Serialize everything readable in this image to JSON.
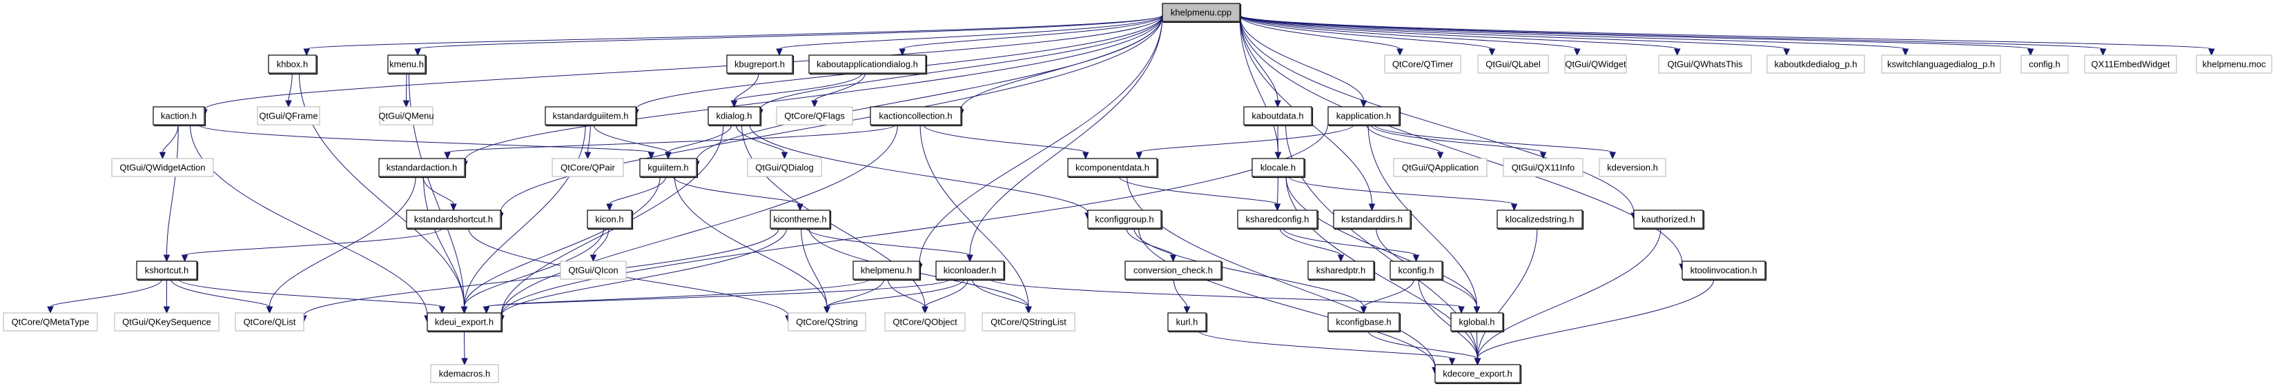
{
  "title": "khelpmenu.cpp include dependency graph",
  "colors": {
    "edge": "#191970",
    "root_fill": "#bfbfbf",
    "local_border": "#000000",
    "external_border": "#bfbfbf"
  },
  "nodes": [
    {
      "id": "khelpmenu_cpp",
      "label": "khelpmenu.cpp",
      "kind": "root"
    },
    {
      "id": "kaction_h",
      "label": "kaction.h",
      "kind": "local"
    },
    {
      "id": "khbox_h",
      "label": "khbox.h",
      "kind": "local"
    },
    {
      "id": "kmenu_h",
      "label": "kmenu.h",
      "kind": "local"
    },
    {
      "id": "kstandardaction_h",
      "label": "kstandardaction.h",
      "kind": "local"
    },
    {
      "id": "kstandardguiitem_h",
      "label": "kstandardguiitem.h",
      "kind": "local"
    },
    {
      "id": "kbugreport_h",
      "label": "kbugreport.h",
      "kind": "local"
    },
    {
      "id": "kaboutapplicationdialog_h",
      "label": "kaboutapplicationdialog.h",
      "kind": "local"
    },
    {
      "id": "kdialog_h",
      "label": "kdialog.h",
      "kind": "local"
    },
    {
      "id": "kactioncollection_h",
      "label": "kactioncollection.h",
      "kind": "local"
    },
    {
      "id": "kguiitem_h",
      "label": "kguiitem.h",
      "kind": "local"
    },
    {
      "id": "kstandardshortcut_h",
      "label": "kstandardshortcut.h",
      "kind": "local"
    },
    {
      "id": "kshortcut_h",
      "label": "kshortcut.h",
      "kind": "local"
    },
    {
      "id": "kicon_h",
      "label": "kicon.h",
      "kind": "local"
    },
    {
      "id": "kicontheme_h",
      "label": "kicontheme.h",
      "kind": "local"
    },
    {
      "id": "khelpmenu_h",
      "label": "khelpmenu.h",
      "kind": "local"
    },
    {
      "id": "kiconloader_h",
      "label": "kiconloader.h",
      "kind": "local"
    },
    {
      "id": "kdeui_export_h",
      "label": "kdeui_export.h",
      "kind": "local"
    },
    {
      "id": "kdemacros_h",
      "label": "kdemacros.h",
      "kind": "external"
    },
    {
      "id": "kaboutdata_h",
      "label": "kaboutdata.h",
      "kind": "local"
    },
    {
      "id": "kapplication_h",
      "label": "kapplication.h",
      "kind": "local"
    },
    {
      "id": "kcomponentdata_h",
      "label": "kcomponentdata.h",
      "kind": "local"
    },
    {
      "id": "klocale_h",
      "label": "klocale.h",
      "kind": "local"
    },
    {
      "id": "kconfiggroup_h",
      "label": "kconfiggroup.h",
      "kind": "local"
    },
    {
      "id": "ksharedconfig_h",
      "label": "ksharedconfig.h",
      "kind": "local"
    },
    {
      "id": "kstandarddirs_h",
      "label": "kstandarddirs.h",
      "kind": "local"
    },
    {
      "id": "klocalizedstring_h",
      "label": "klocalizedstring.h",
      "kind": "local"
    },
    {
      "id": "kauthorized_h",
      "label": "kauthorized.h",
      "kind": "local"
    },
    {
      "id": "ktoolinvocation_h",
      "label": "ktoolinvocation.h",
      "kind": "local"
    },
    {
      "id": "conversion_check_h",
      "label": "conversion_check.h",
      "kind": "local"
    },
    {
      "id": "ksharedptr_h",
      "label": "ksharedptr.h",
      "kind": "local"
    },
    {
      "id": "kconfig_h",
      "label": "kconfig.h",
      "kind": "local"
    },
    {
      "id": "kurl_h",
      "label": "kurl.h",
      "kind": "local"
    },
    {
      "id": "kconfigbase_h",
      "label": "kconfigbase.h",
      "kind": "local"
    },
    {
      "id": "kglobal_h",
      "label": "kglobal.h",
      "kind": "local"
    },
    {
      "id": "kdecore_export_h",
      "label": "kdecore_export.h",
      "kind": "local"
    },
    {
      "id": "QFrame",
      "label": "QtGui/QFrame",
      "kind": "external"
    },
    {
      "id": "QMenu",
      "label": "QtGui/QMenu",
      "kind": "external"
    },
    {
      "id": "QWidgetAction",
      "label": "QtGui/QWidgetAction",
      "kind": "external"
    },
    {
      "id": "QPair",
      "label": "QtCore/QPair",
      "kind": "external"
    },
    {
      "id": "QFlags",
      "label": "QtCore/QFlags",
      "kind": "external"
    },
    {
      "id": "QDialog",
      "label": "QtGui/QDialog",
      "kind": "external"
    },
    {
      "id": "QIcon",
      "label": "QtGui/QIcon",
      "kind": "external"
    },
    {
      "id": "QMetaType",
      "label": "QtCore/QMetaType",
      "kind": "external"
    },
    {
      "id": "QKeySequence",
      "label": "QtGui/QKeySequence",
      "kind": "external"
    },
    {
      "id": "QList",
      "label": "QtCore/QList",
      "kind": "external"
    },
    {
      "id": "QString",
      "label": "QtCore/QString",
      "kind": "external"
    },
    {
      "id": "QObject",
      "label": "QtCore/QObject",
      "kind": "external"
    },
    {
      "id": "QStringList",
      "label": "QtCore/QStringList",
      "kind": "external"
    },
    {
      "id": "QTimer",
      "label": "QtCore/QTimer",
      "kind": "external"
    },
    {
      "id": "QLabel",
      "label": "QtGui/QLabel",
      "kind": "external"
    },
    {
      "id": "QWidget",
      "label": "QtGui/QWidget",
      "kind": "external"
    },
    {
      "id": "QWhatsThis",
      "label": "QtGui/QWhatsThis",
      "kind": "external"
    },
    {
      "id": "kaboutkdedialog_p_h",
      "label": "kaboutkdedialog_p.h",
      "kind": "external"
    },
    {
      "id": "kswitchlanguagedialog_p_h",
      "label": "kswitchlanguagedialog_p.h",
      "kind": "external"
    },
    {
      "id": "config_h",
      "label": "config.h",
      "kind": "external"
    },
    {
      "id": "QX11EmbedWidget",
      "label": "QX11EmbedWidget",
      "kind": "external"
    },
    {
      "id": "khelpmenu_moc",
      "label": "khelpmenu.moc",
      "kind": "external"
    },
    {
      "id": "QApplication",
      "label": "QtGui/QApplication",
      "kind": "external"
    },
    {
      "id": "QX11Info",
      "label": "QtGui/QX11Info",
      "kind": "external"
    },
    {
      "id": "kdeversion_h",
      "label": "kdeversion.h",
      "kind": "external"
    }
  ],
  "edges": [
    [
      "khelpmenu_cpp",
      "kaction_h"
    ],
    [
      "khelpmenu_cpp",
      "khbox_h"
    ],
    [
      "khelpmenu_cpp",
      "kmenu_h"
    ],
    [
      "khelpmenu_cpp",
      "kstandardaction_h"
    ],
    [
      "khelpmenu_cpp",
      "kstandardguiitem_h"
    ],
    [
      "khelpmenu_cpp",
      "kguiitem_h"
    ],
    [
      "khelpmenu_cpp",
      "kdialog_h"
    ],
    [
      "khelpmenu_cpp",
      "kbugreport_h"
    ],
    [
      "khelpmenu_cpp",
      "kaboutapplicationdialog_h"
    ],
    [
      "khelpmenu_cpp",
      "kactioncollection_h"
    ],
    [
      "khelpmenu_cpp",
      "khelpmenu_h"
    ],
    [
      "khelpmenu_cpp",
      "kiconloader_h"
    ],
    [
      "khelpmenu_cpp",
      "kaboutdata_h"
    ],
    [
      "khelpmenu_cpp",
      "kapplication_h"
    ],
    [
      "khelpmenu_cpp",
      "klocale_h"
    ],
    [
      "khelpmenu_cpp",
      "kstandarddirs_h"
    ],
    [
      "khelpmenu_cpp",
      "kauthorized_h"
    ],
    [
      "khelpmenu_cpp",
      "ktoolinvocation_h"
    ],
    [
      "khelpmenu_cpp",
      "kstandardshortcut_h"
    ],
    [
      "khelpmenu_cpp",
      "QTimer"
    ],
    [
      "khelpmenu_cpp",
      "QLabel"
    ],
    [
      "khelpmenu_cpp",
      "QWidget"
    ],
    [
      "khelpmenu_cpp",
      "QWhatsThis"
    ],
    [
      "khelpmenu_cpp",
      "kaboutkdedialog_p_h"
    ],
    [
      "khelpmenu_cpp",
      "kswitchlanguagedialog_p_h"
    ],
    [
      "khelpmenu_cpp",
      "config_h"
    ],
    [
      "khelpmenu_cpp",
      "QX11EmbedWidget"
    ],
    [
      "khelpmenu_cpp",
      "khelpmenu_moc"
    ],
    [
      "khbox_h",
      "QFrame"
    ],
    [
      "khbox_h",
      "kdeui_export_h"
    ],
    [
      "kmenu_h",
      "QMenu"
    ],
    [
      "kmenu_h",
      "kdeui_export_h"
    ],
    [
      "kaction_h",
      "QWidgetAction"
    ],
    [
      "kaction_h",
      "kguiitem_h"
    ],
    [
      "kaction_h",
      "kshortcut_h"
    ],
    [
      "kaction_h",
      "kdeui_export_h"
    ],
    [
      "kstandardguiitem_h",
      "QPair"
    ],
    [
      "kstandardguiitem_h",
      "kguiitem_h"
    ],
    [
      "kstandardguiitem_h",
      "kdeui_export_h"
    ],
    [
      "kbugreport_h",
      "kdialog_h"
    ],
    [
      "kaboutapplicationdialog_h",
      "kdialog_h"
    ],
    [
      "kaboutapplicationdialog_h",
      "QFlags"
    ],
    [
      "kdialog_h",
      "kguiitem_h"
    ],
    [
      "kdialog_h",
      "QDialog"
    ],
    [
      "kdialog_h",
      "kdeui_export_h"
    ],
    [
      "kdialog_h",
      "kconfiggroup_h"
    ],
    [
      "kactioncollection_h",
      "kstandardaction_h"
    ],
    [
      "kactioncollection_h",
      "kcomponentdata_h"
    ],
    [
      "kactioncollection_h",
      "kdeui_export_h"
    ],
    [
      "kactioncollection_h",
      "QStringList"
    ],
    [
      "kstandardaction_h",
      "kstandardshortcut_h"
    ],
    [
      "kstandardaction_h",
      "kdeui_export_h"
    ],
    [
      "kstandardaction_h",
      "QList"
    ],
    [
      "kguiitem_h",
      "kicon_h"
    ],
    [
      "kguiitem_h",
      "kicontheme_h"
    ],
    [
      "kguiitem_h",
      "QString"
    ],
    [
      "kguiitem_h",
      "kdeui_export_h"
    ],
    [
      "kstandardshortcut_h",
      "kshortcut_h"
    ],
    [
      "kstandardshortcut_h",
      "QString"
    ],
    [
      "kshortcut_h",
      "QMetaType"
    ],
    [
      "kshortcut_h",
      "QKeySequence"
    ],
    [
      "kshortcut_h",
      "QList"
    ],
    [
      "kshortcut_h",
      "kdeui_export_h"
    ],
    [
      "kicon_h",
      "QIcon"
    ],
    [
      "kicon_h",
      "kdeui_export_h"
    ],
    [
      "kicontheme_h",
      "kiconloader_h"
    ],
    [
      "kicontheme_h",
      "QString"
    ],
    [
      "kicontheme_h",
      "QStringList"
    ],
    [
      "kicontheme_h",
      "kdeui_export_h"
    ],
    [
      "kicontheme_h",
      "QList"
    ],
    [
      "khelpmenu_h",
      "QString"
    ],
    [
      "khelpmenu_h",
      "QObject"
    ],
    [
      "khelpmenu_h",
      "kdeui_export_h"
    ],
    [
      "kiconloader_h",
      "QString"
    ],
    [
      "kiconloader_h",
      "QObject"
    ],
    [
      "kiconloader_h",
      "QStringList"
    ],
    [
      "kiconloader_h",
      "kdeui_export_h"
    ],
    [
      "kiconloader_h",
      "kglobal_h"
    ],
    [
      "kdeui_export_h",
      "kdemacros_h"
    ],
    [
      "kaboutdata_h",
      "klocale_h"
    ],
    [
      "kaboutdata_h",
      "kdecore_export_h"
    ],
    [
      "kapplication_h",
      "kcomponentdata_h"
    ],
    [
      "kapplication_h",
      "QApplication"
    ],
    [
      "kapplication_h",
      "QX11Info"
    ],
    [
      "kapplication_h",
      "kdeversion_h"
    ],
    [
      "kapplication_h",
      "kdeui_export_h"
    ],
    [
      "kapplication_h",
      "kglobal_h"
    ],
    [
      "kcomponentdata_h",
      "ksharedconfig_h"
    ],
    [
      "kcomponentdata_h",
      "kdecore_export_h"
    ],
    [
      "klocale_h",
      "ksharedconfig_h"
    ],
    [
      "klocale_h",
      "klocalizedstring_h"
    ],
    [
      "klocale_h",
      "kglobal_h"
    ],
    [
      "klocale_h",
      "kdecore_export_h"
    ],
    [
      "kconfiggroup_h",
      "conversion_check_h"
    ],
    [
      "kconfiggroup_h",
      "kconfigbase_h"
    ],
    [
      "kconfiggroup_h",
      "kdecore_export_h"
    ],
    [
      "ksharedconfig_h",
      "ksharedptr_h"
    ],
    [
      "ksharedconfig_h",
      "kconfig_h"
    ],
    [
      "kstandarddirs_h",
      "kglobal_h"
    ],
    [
      "conversion_check_h",
      "kurl_h"
    ],
    [
      "kconfig_h",
      "kconfigbase_h"
    ],
    [
      "kconfig_h",
      "kdecore_export_h"
    ],
    [
      "kurl_h",
      "kdecore_export_h"
    ],
    [
      "kconfigbase_h",
      "kdecore_export_h"
    ],
    [
      "kglobal_h",
      "kdecore_export_h"
    ],
    [
      "klocalizedstring_h",
      "kdecore_export_h"
    ],
    [
      "kauthorized_h",
      "kdecore_export_h"
    ],
    [
      "ktoolinvocation_h",
      "kdecore_export_h"
    ],
    [
      "kdialog_h",
      "QObject"
    ]
  ]
}
